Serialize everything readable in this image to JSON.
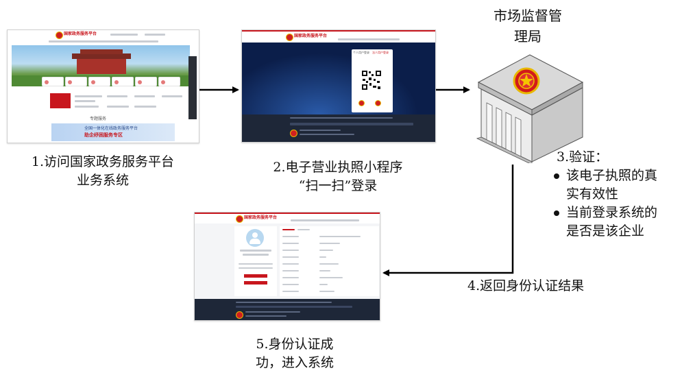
{
  "agency": {
    "name_line1": "市场监督管",
    "name_line2": "理局"
  },
  "steps": {
    "s1": {
      "line1": "1.访问国家政务服务平台",
      "line2": "业务系统"
    },
    "s2": {
      "line1": "2.电子营业执照小程序",
      "line2": "“扫一扫”登录"
    },
    "s3": {
      "title": "3.验证：",
      "b1_l1": "该电子执照的真",
      "b1_l2": "实有效性",
      "b2_l1": "当前登录系统的",
      "b2_l2": "是否是该企业"
    },
    "s4": {
      "label": "4.返回身份认证结果"
    },
    "s5": {
      "line1": "5.身份认证成",
      "line2": "功，进入系统"
    }
  },
  "screens": {
    "portal": {
      "title": "国家政务服务平台",
      "banner_text": "全国一体化在线政务服务平台",
      "banner_sub": "助企纾困服务专区",
      "section": "专题服务"
    },
    "login": {
      "title": "国家政务服务平台",
      "tab_a": "个人用户登录",
      "tab_b": "法人用户登录"
    },
    "home": {
      "title": "国家政务服务平台"
    }
  },
  "colors": {
    "brand_red": "#c8161d",
    "arrow": "#000000",
    "dark_blue": "#0b1e4a",
    "footer": "#1e2738"
  },
  "icons": [
    "national-emblem-icon",
    "government-building-icon",
    "bullet-icon",
    "arrow-right-icon",
    "arrow-left-icon",
    "qr-code-icon",
    "avatar-icon"
  ]
}
